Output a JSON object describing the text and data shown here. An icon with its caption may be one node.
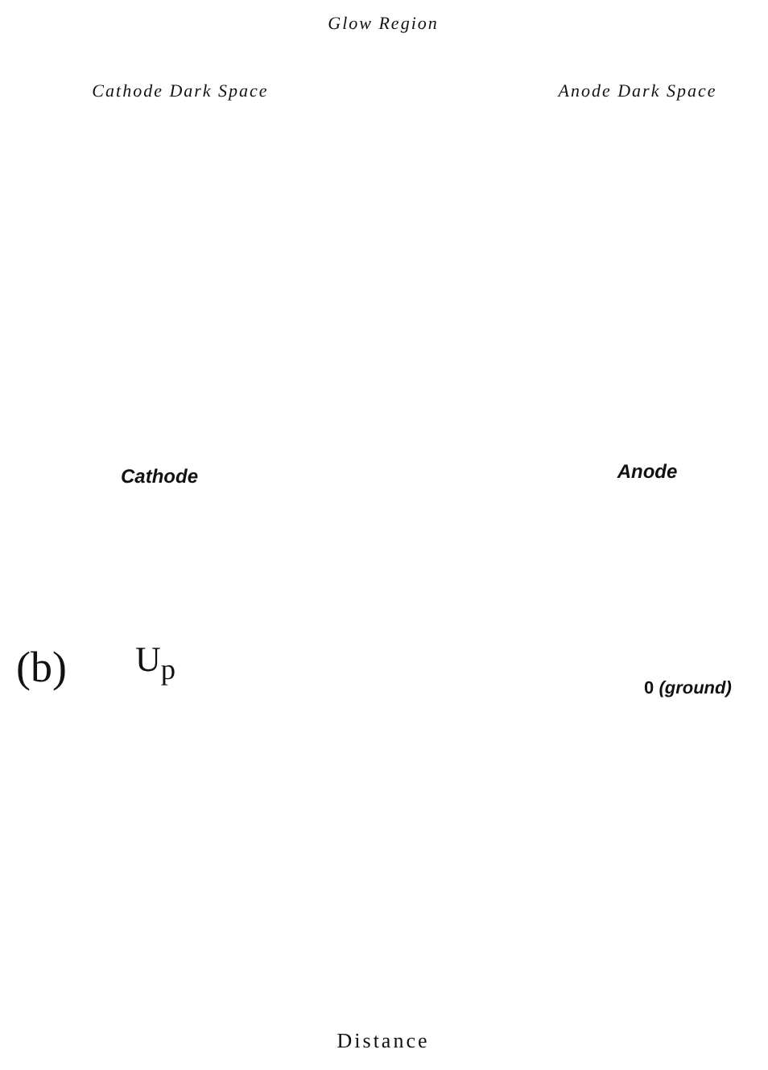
{
  "diagram": {
    "labels": [
      "Glow Region",
      "Cathode Dark Space",
      "Anode Dark Space",
      "Cathode",
      "Anode",
      "(b)",
      "U$_{p}$",
      "0 *(ground)*",
      "Distance"
    ]
  }
}
